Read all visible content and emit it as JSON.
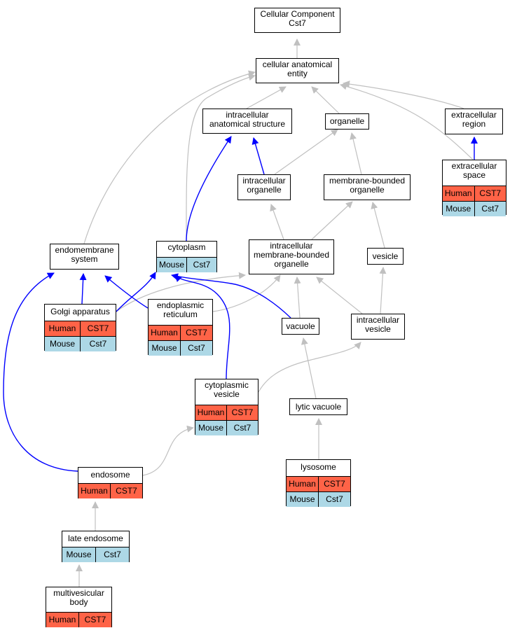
{
  "colors": {
    "is_a_edge": "#c0c0c0",
    "part_of_edge": "#0000ff",
    "human_row": "#ff6347",
    "mouse_row": "#add8e6"
  },
  "labels": {
    "human": "Human",
    "mouse": "Mouse",
    "human_gene": "CST7",
    "mouse_gene": "Cst7"
  },
  "nodes": {
    "root": {
      "title": "Cellular Component\nCst7"
    },
    "cae": {
      "title": "cellular anatomical\nentity"
    },
    "ias": {
      "title": "intracellular\nanatomical structure"
    },
    "organelle": {
      "title": "organelle"
    },
    "ecr": {
      "title": "extracellular\nregion"
    },
    "io": {
      "title": "intracellular\norganelle"
    },
    "mbo": {
      "title": "membrane-bounded\norganelle"
    },
    "ecs": {
      "title": "extracellular\nspace"
    },
    "endo_sys": {
      "title": "endomembrane\nsystem"
    },
    "cytoplasm": {
      "title": "cytoplasm"
    },
    "imbo": {
      "title": "intracellular\nmembrane-bounded\norganelle"
    },
    "vesicle": {
      "title": "vesicle"
    },
    "golgi": {
      "title": "Golgi apparatus"
    },
    "er": {
      "title": "endoplasmic\nreticulum"
    },
    "vacuole": {
      "title": "vacuole"
    },
    "iv": {
      "title": "intracellular\nvesicle"
    },
    "cv": {
      "title": "cytoplasmic\nvesicle"
    },
    "lytic": {
      "title": "lytic vacuole"
    },
    "endosome": {
      "title": "endosome"
    },
    "lysosome": {
      "title": "lysosome"
    },
    "late_endo": {
      "title": "late endosome"
    },
    "mvb": {
      "title": "multivesicular\nbody"
    }
  }
}
